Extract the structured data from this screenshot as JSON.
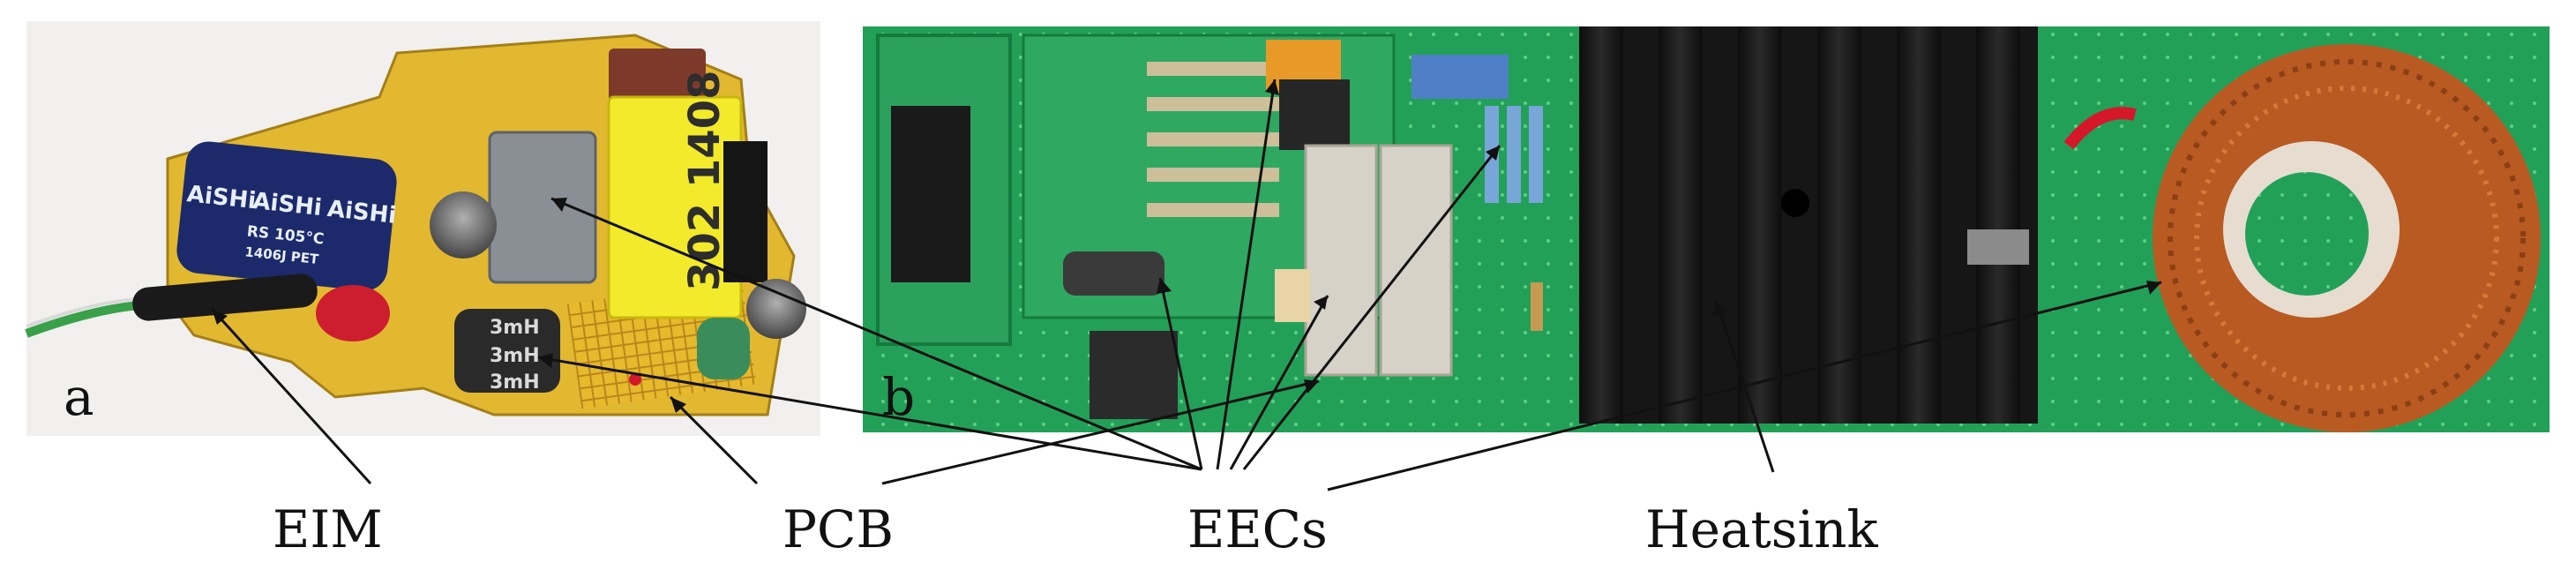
{
  "panels": {
    "a": {
      "letter": "a"
    },
    "b": {
      "letter": "b"
    }
  },
  "callouts": {
    "eim": "EIM",
    "pcb": "PCB",
    "eecs": "EECs",
    "heatsink": "Heatsink"
  },
  "photo_a_text": {
    "cap_brand_1": "AiSHi",
    "cap_brand_2": "AiSHi",
    "cap_brand_3": "AiSHi",
    "cap_rating": "RS 105°C",
    "cap_code": "1406J PET",
    "yellow_cap_label": "302 1408",
    "inductor_label": "3mH"
  },
  "colors": {
    "pcb_green": "#1f9a53",
    "pcb_yellow": "#e2b830",
    "heatsink_black": "#161616",
    "copper_coil": "#b85a22",
    "yellow_capacitor": "#f2ea2a",
    "blue_capacitor": "#1c2a6b"
  }
}
